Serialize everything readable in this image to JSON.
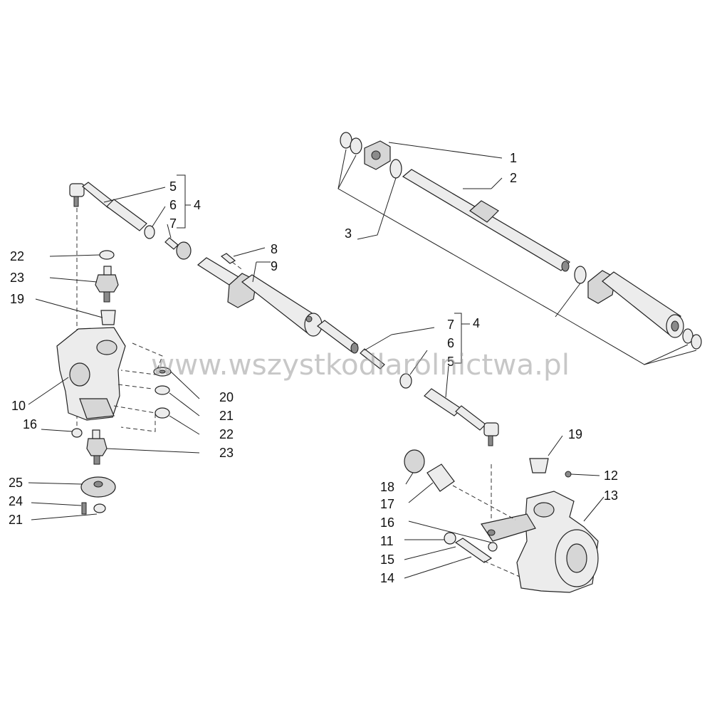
{
  "watermark": "www.wszystkodlarolnictwa.pl",
  "callouts": [
    {
      "id": "c1",
      "label": "1"
    },
    {
      "id": "c2",
      "label": "2"
    },
    {
      "id": "c3",
      "label": "3"
    },
    {
      "id": "c4a",
      "label": "4"
    },
    {
      "id": "c5a",
      "label": "5"
    },
    {
      "id": "c6a",
      "label": "6"
    },
    {
      "id": "c7a",
      "label": "7"
    },
    {
      "id": "c8",
      "label": "8"
    },
    {
      "id": "c9",
      "label": "9"
    },
    {
      "id": "c7b",
      "label": "7"
    },
    {
      "id": "c6b",
      "label": "6"
    },
    {
      "id": "c5b",
      "label": "5"
    },
    {
      "id": "c4b",
      "label": "4"
    },
    {
      "id": "c22a",
      "label": "22"
    },
    {
      "id": "c23a",
      "label": "23"
    },
    {
      "id": "c19a",
      "label": "19"
    },
    {
      "id": "c10",
      "label": "10"
    },
    {
      "id": "c16a",
      "label": "16"
    },
    {
      "id": "c20",
      "label": "20"
    },
    {
      "id": "c21a",
      "label": "21"
    },
    {
      "id": "c22b",
      "label": "22"
    },
    {
      "id": "c23b",
      "label": "23"
    },
    {
      "id": "c25",
      "label": "25"
    },
    {
      "id": "c24",
      "label": "24"
    },
    {
      "id": "c21b",
      "label": "21"
    },
    {
      "id": "c19b",
      "label": "19"
    },
    {
      "id": "c12",
      "label": "12"
    },
    {
      "id": "c13",
      "label": "13"
    },
    {
      "id": "c18",
      "label": "18"
    },
    {
      "id": "c17",
      "label": "17"
    },
    {
      "id": "c16b",
      "label": "16"
    },
    {
      "id": "c11",
      "label": "11"
    },
    {
      "id": "c15",
      "label": "15"
    },
    {
      "id": "c14",
      "label": "14"
    }
  ]
}
